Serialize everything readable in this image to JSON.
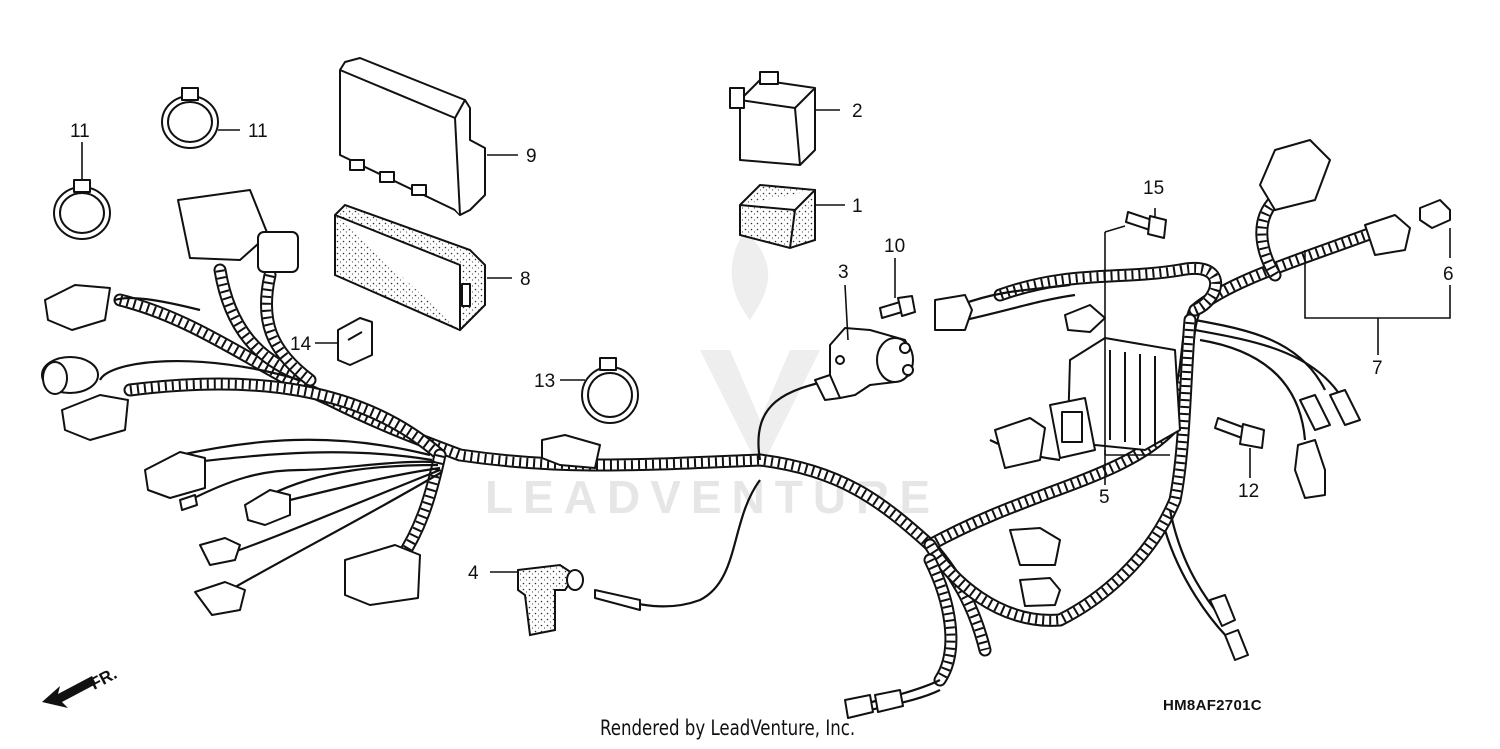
{
  "diagram": {
    "callouts": [
      {
        "id": "1",
        "label": "1"
      },
      {
        "id": "2",
        "label": "2"
      },
      {
        "id": "3",
        "label": "3"
      },
      {
        "id": "4",
        "label": "4"
      },
      {
        "id": "5",
        "label": "5"
      },
      {
        "id": "6",
        "label": "6"
      },
      {
        "id": "7",
        "label": "7"
      },
      {
        "id": "8",
        "label": "8"
      },
      {
        "id": "9",
        "label": "9"
      },
      {
        "id": "10",
        "label": "10"
      },
      {
        "id": "11a",
        "label": "11"
      },
      {
        "id": "11b",
        "label": "11"
      },
      {
        "id": "12",
        "label": "12"
      },
      {
        "id": "13",
        "label": "13"
      },
      {
        "id": "14",
        "label": "14"
      },
      {
        "id": "15",
        "label": "15"
      }
    ],
    "direction_label": "FR.",
    "diagram_code": "HM8AF2701C",
    "credit": "Rendered by LeadVenture, Inc.",
    "watermark_text": "LEADVENTURE"
  }
}
